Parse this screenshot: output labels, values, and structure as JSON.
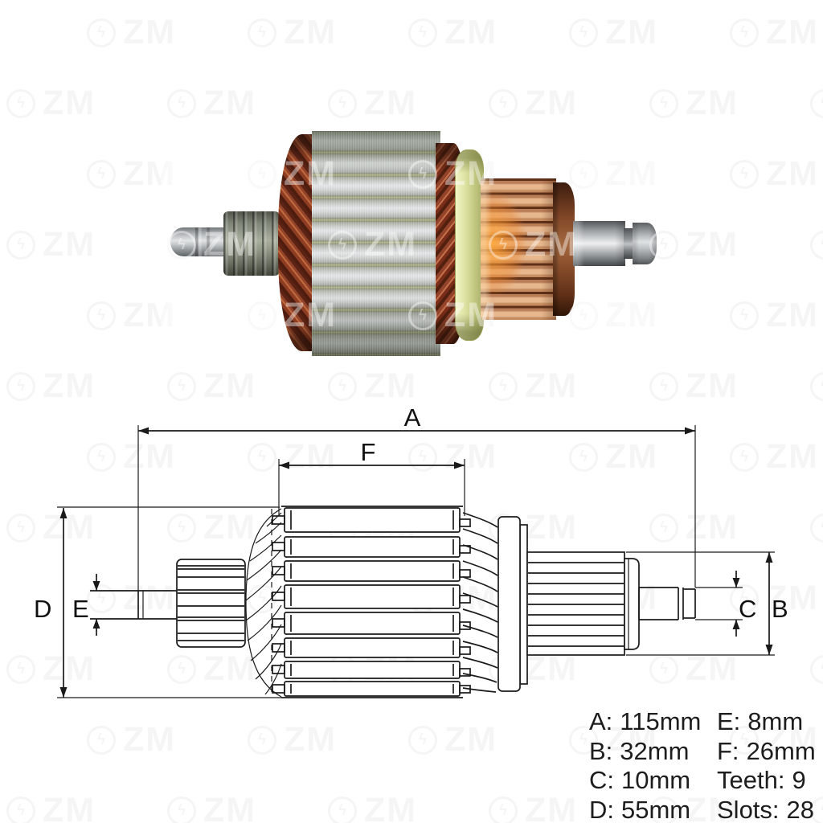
{
  "watermark": {
    "text": "ZM",
    "bolt": "ϟ"
  },
  "diagram": {
    "labels": {
      "a": "A",
      "b": "B",
      "c": "C",
      "d": "D",
      "e": "E",
      "f": "F"
    }
  },
  "specs": {
    "left": [
      {
        "label": "A:",
        "value": "115mm"
      },
      {
        "label": "B:",
        "value": "32mm"
      },
      {
        "label": "C:",
        "value": "10mm"
      },
      {
        "label": "D:",
        "value": "55mm"
      }
    ],
    "right": [
      {
        "label": "E:",
        "value": "8mm"
      },
      {
        "label": "F:",
        "value": "26mm"
      },
      {
        "label": "Teeth:",
        "value": "9"
      },
      {
        "label": "Slots:",
        "value": "28"
      }
    ]
  }
}
